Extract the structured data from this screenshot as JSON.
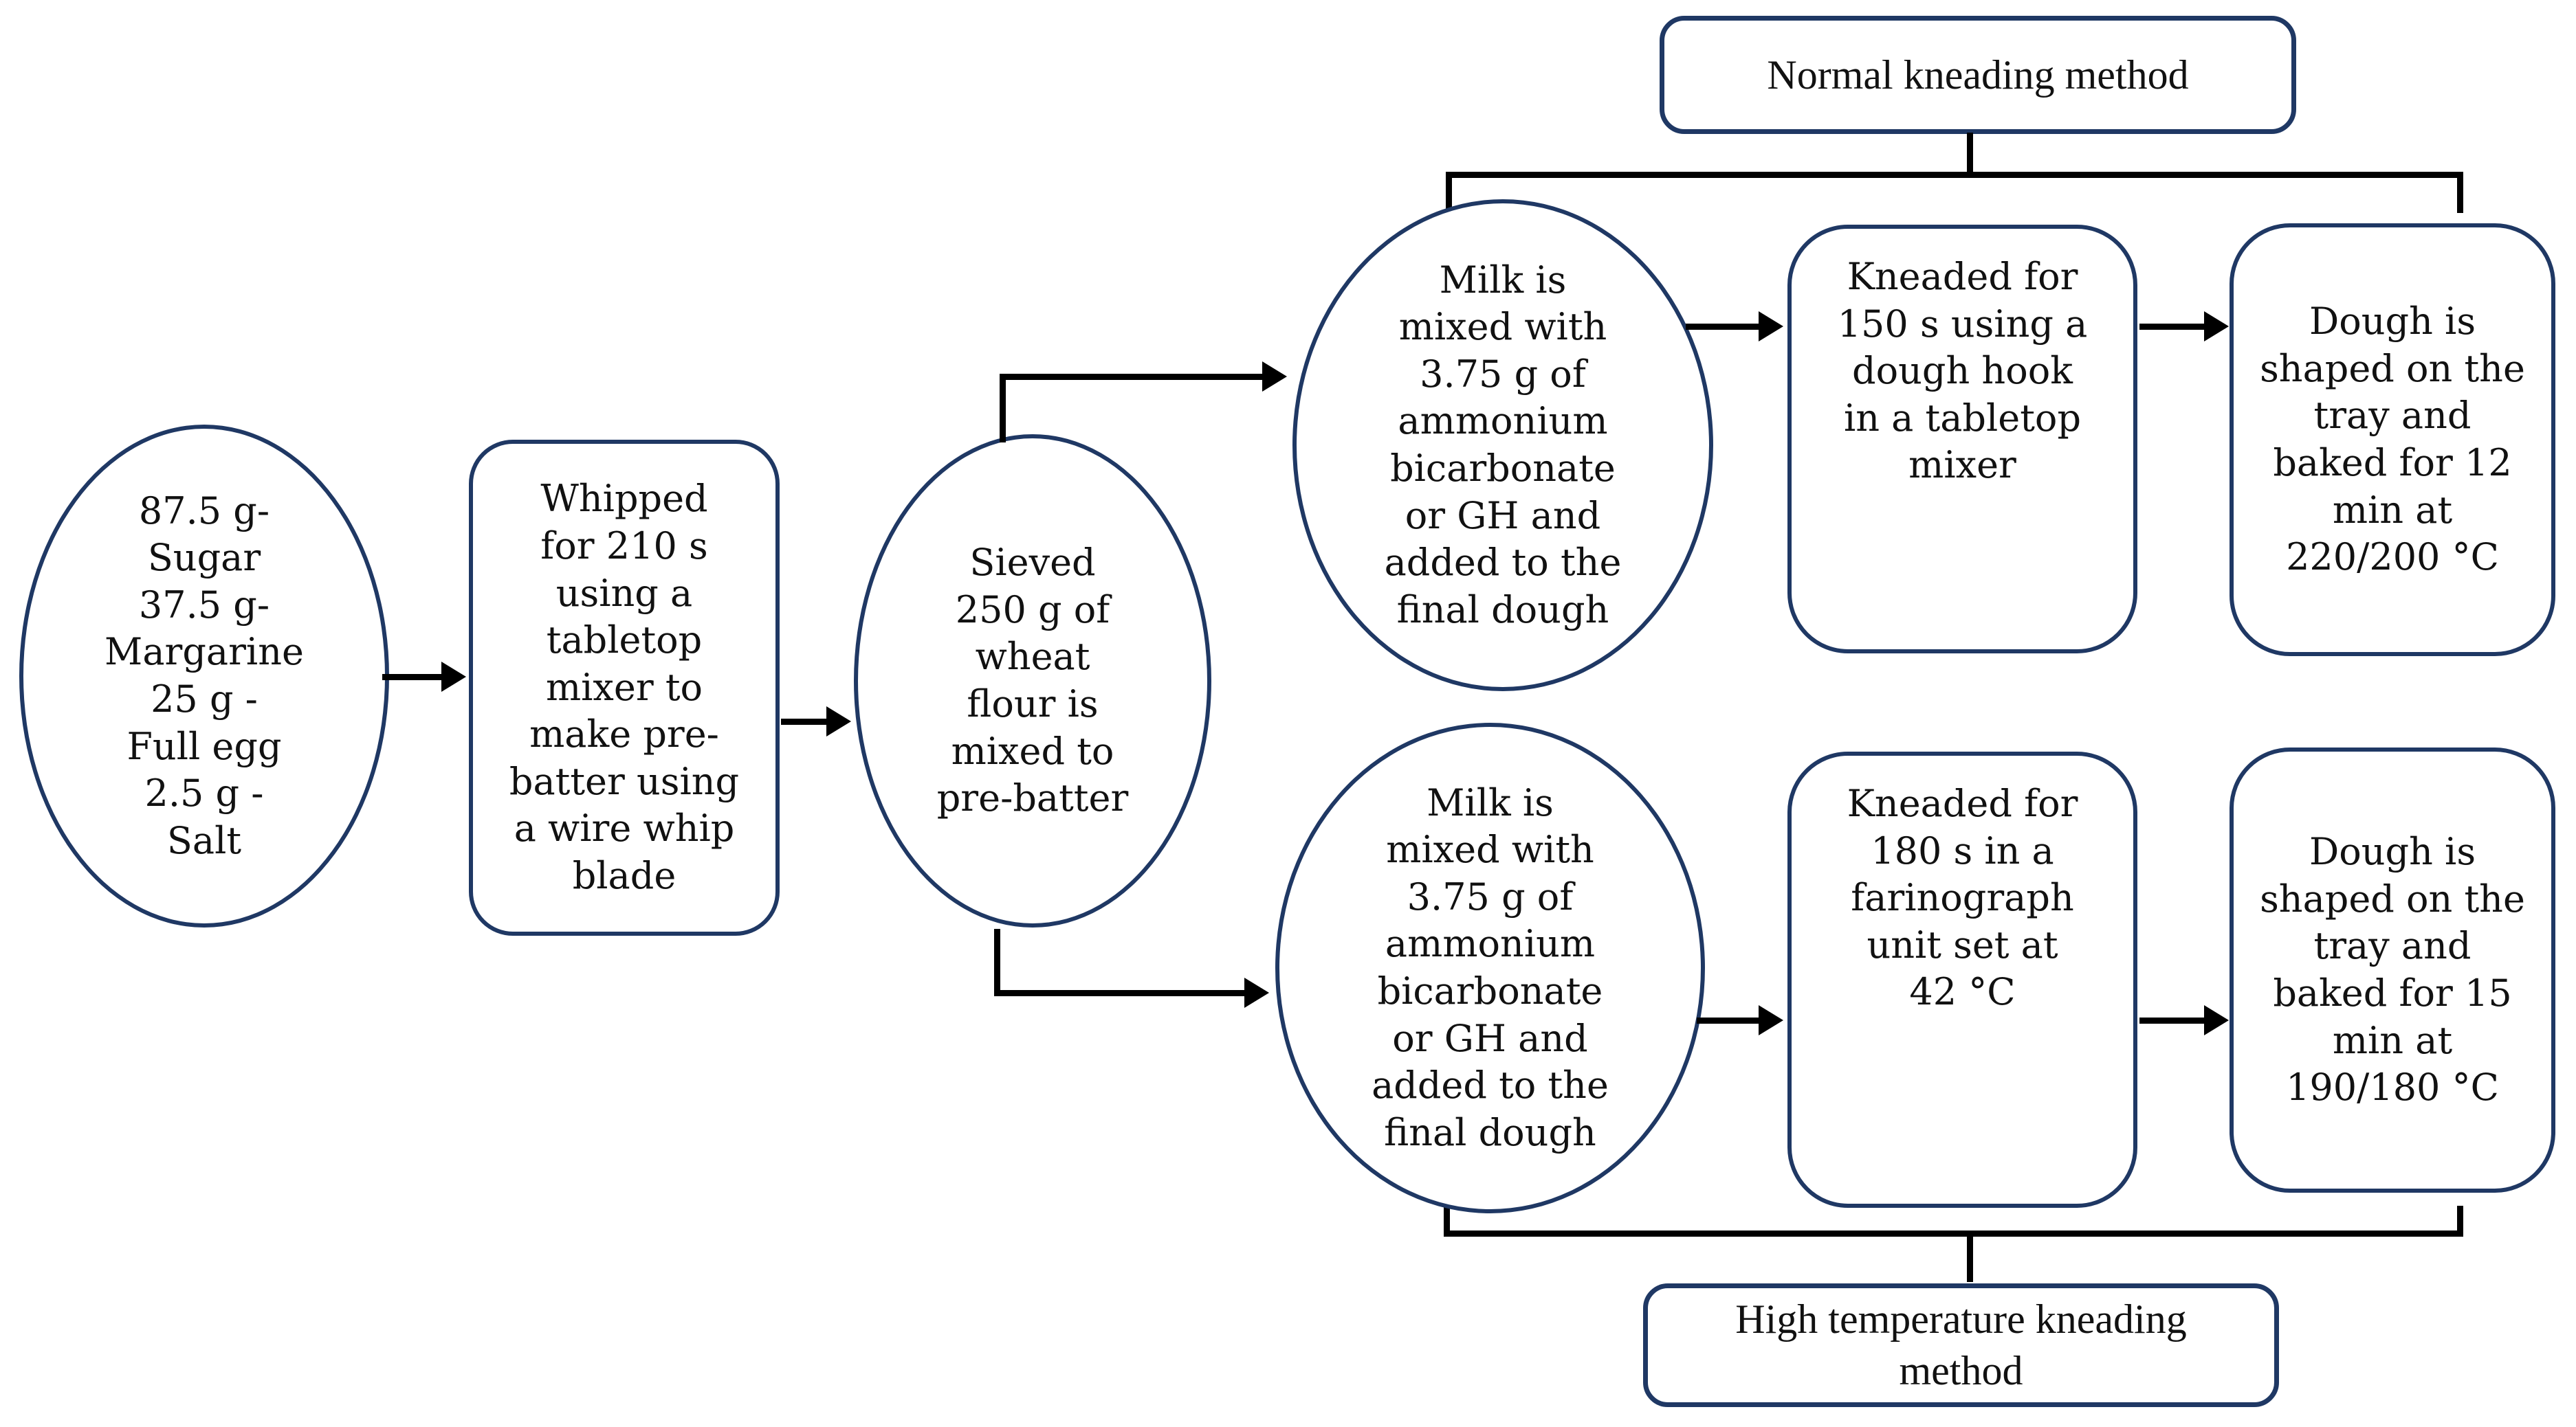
{
  "colors": {
    "shape_border": "#1f3864",
    "connector": "#000000",
    "text": "#111111",
    "background": "#ffffff"
  },
  "branch_labels": {
    "top": "Normal kneading method",
    "bottom": "High temperature kneading method"
  },
  "nodes": {
    "ingredients": "87.5 g-\nSugar\n37.5  g-\nMargarine\n25 g -\nFull egg\n2.5 g -\nSalt",
    "whipped": "Whipped\nfor 210 s\nusing a\ntabletop\nmixer to\nmake pre-\nbatter using\na wire whip\nblade",
    "sieved": "Sieved\n250 g of\nwheat\nflour is\nmixed to\npre-batter",
    "milk_top": "Milk is\nmixed with\n3.75 g of\nammonium\nbicarbonate\nor GH and\nadded to the\nfinal dough",
    "kneaded_top": "Kneaded for\n150 s using a\ndough hook\nin a tabletop\nmixer",
    "baked_top": "Dough is\nshaped on the\ntray and\nbaked for 12\nmin at\n220/200 °C",
    "milk_bottom": "Milk is\nmixed with\n3.75 g of\nammonium\nbicarbonate\nor GH and\nadded to the\nfinal dough",
    "kneaded_bottom": "Kneaded for\n180 s  in a\nfarinograph\nunit set at\n42 °C",
    "baked_bottom": "Dough is\nshaped on the\ntray and\nbaked for 15\nmin at\n190/180 °C"
  }
}
